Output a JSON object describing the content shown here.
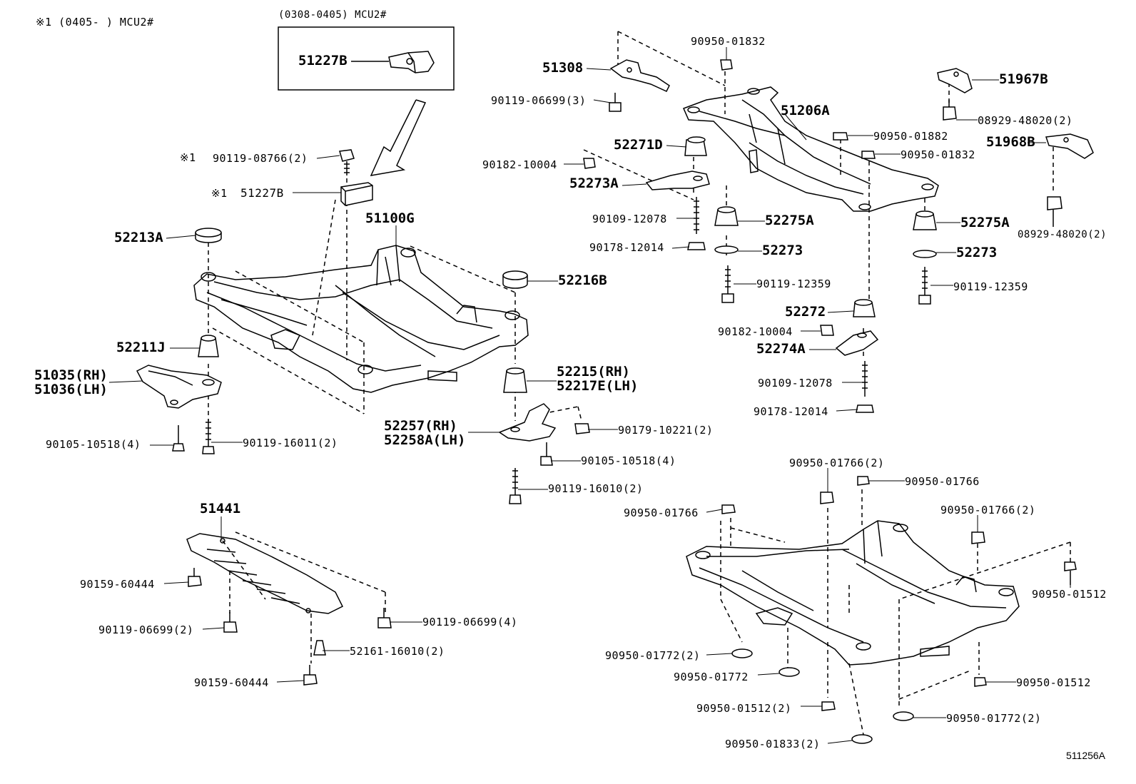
{
  "notes": {
    "note1": "※1 (0405-     ) MCU2#",
    "inset_caption": "(0308-0405) MCU2#",
    "star1a": "※1",
    "star1b": "※1",
    "figure_id": "511256A"
  },
  "labels": {
    "p51227B_inset": "51227B",
    "p90119_08766": "90119-08766(2)",
    "p51227B": "51227B",
    "p52213A": "52213A",
    "p51100G": "51100G",
    "p52216B": "52216B",
    "p52211J": "52211J",
    "p51035": "51035(RH)",
    "p51036": "51036(LH)",
    "p90105_10518_a": "90105-10518(4)",
    "p90119_16011": "90119-16011(2)",
    "p52215": "52215(RH)",
    "p52217E": "52217E(LH)",
    "p52257": "52257(RH)",
    "p52258A": "52258A(LH)",
    "p90179_10221": "90179-10221(2)",
    "p90105_10518_b": "90105-10518(4)",
    "p90119_16010": "90119-16010(2)",
    "p51441": "51441",
    "p90159_60444_a": "90159-60444",
    "p90119_06699_2": "90119-06699(2)",
    "p90119_06699_4": "90119-06699(4)",
    "p52161_16010": "52161-16010(2)",
    "p90159_60444_b": "90159-60444",
    "p51308": "51308",
    "p90119_06699_3": "90119-06699(3)",
    "p90950_01832_a": "90950-01832",
    "p51206A": "51206A",
    "p52271D": "52271D",
    "p90182_10004_a": "90182-10004",
    "p52273A": "52273A",
    "p90109_12078_a": "90109-12078",
    "p90178_12014_a": "90178-12014",
    "p52275A_a": "52275A",
    "p52273_a": "52273",
    "p90119_12359_a": "90119-12359",
    "p52272": "52272",
    "p90182_10004_b": "90182-10004",
    "p52274A": "52274A",
    "p90109_12078_b": "90109-12078",
    "p90178_12014_b": "90178-12014",
    "p51967B": "51967B",
    "p08929_48020_a": "08929-48020(2)",
    "p90950_01882": "90950-01882",
    "p51968B": "51968B",
    "p90950_01832_b": "90950-01832",
    "p08929_48020_b": "08929-48020(2)",
    "p52275A_b": "52275A",
    "p52273_b": "52273",
    "p90119_12359_b": "90119-12359",
    "p90950_01766_2a": "90950-01766(2)",
    "p90950_01766_a": "90950-01766",
    "p90950_01766_b": "90950-01766",
    "p90950_01766_2b": "90950-01766(2)",
    "p90950_01512_a": "90950-01512",
    "p90950_01772_2a": "90950-01772(2)",
    "p90950_01772": "90950-01772",
    "p90950_01512_2": "90950-01512(2)",
    "p90950_01833_2": "90950-01833(2)",
    "p90950_01512_b": "90950-01512",
    "p90950_01772_2b": "90950-01772(2)"
  }
}
